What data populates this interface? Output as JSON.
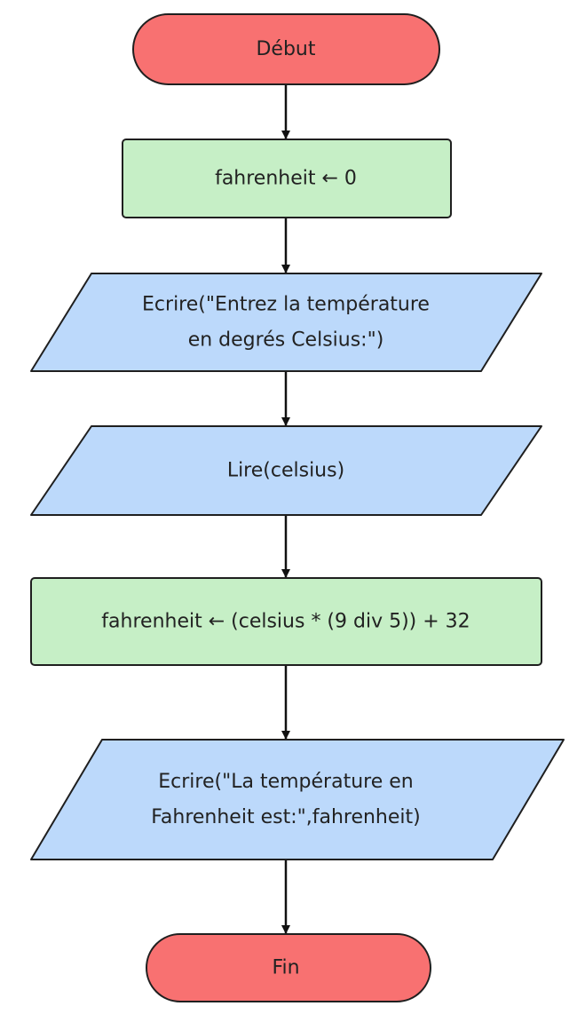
{
  "flowchart": {
    "colors": {
      "terminal_fill": "#f87171",
      "process_fill": "#c6efc6",
      "io_fill": "#bcd9fb",
      "stroke": "#1f1f1f",
      "arrow": "#111111"
    },
    "nodes": [
      {
        "id": "start",
        "shape": "terminal",
        "lines": [
          "Début"
        ]
      },
      {
        "id": "init",
        "shape": "process",
        "lines": [
          "fahrenheit ← 0"
        ]
      },
      {
        "id": "prompt",
        "shape": "io",
        "lines": [
          "Ecrire(\"Entrez la température",
          "en degrés Celsius:\")"
        ]
      },
      {
        "id": "read",
        "shape": "io",
        "lines": [
          "Lire(celsius)"
        ]
      },
      {
        "id": "compute",
        "shape": "process",
        "lines": [
          "fahrenheit ← (celsius * (9 div 5)) + 32"
        ]
      },
      {
        "id": "output",
        "shape": "io",
        "lines": [
          "Ecrire(\"La température en",
          "Fahrenheit est:\",fahrenheit)"
        ]
      },
      {
        "id": "end",
        "shape": "terminal",
        "lines": [
          "Fin"
        ]
      }
    ],
    "edges": [
      {
        "from": "start",
        "to": "init"
      },
      {
        "from": "init",
        "to": "prompt"
      },
      {
        "from": "prompt",
        "to": "read"
      },
      {
        "from": "read",
        "to": "compute"
      },
      {
        "from": "compute",
        "to": "output"
      },
      {
        "from": "output",
        "to": "end"
      }
    ]
  }
}
